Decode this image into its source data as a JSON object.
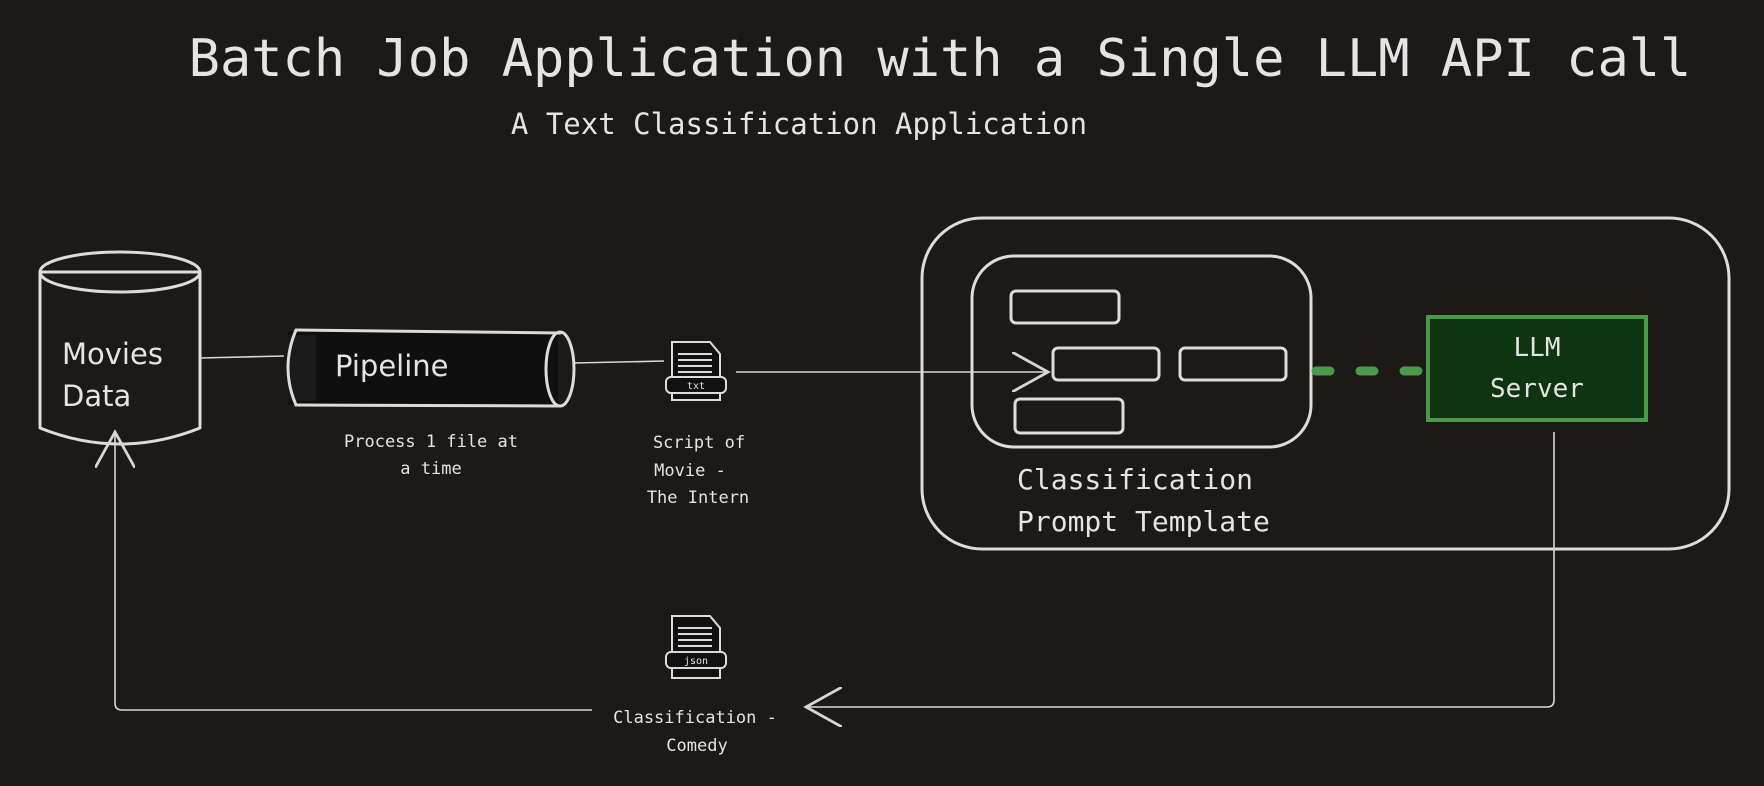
{
  "title": "Batch Job Application with a Single LLM API call",
  "subtitle": "A Text Classification Application",
  "nodes": {
    "movies_data": {
      "line1": "Movies",
      "line2": "Data"
    },
    "pipeline": {
      "label": "Pipeline",
      "caption_line1": "Process 1 file at",
      "caption_line2": "a time"
    },
    "script_doc": {
      "icon_label": "txt",
      "caption_line1": "Script of",
      "caption_line2": "Movie -",
      "caption_line3": "The Intern"
    },
    "prompt_template": {
      "line1": "Classification",
      "line2": "Prompt Template"
    },
    "llm_server": {
      "line1": "LLM",
      "line2": "Server"
    },
    "result_doc": {
      "icon_label": "json",
      "caption_line1": "Classification -",
      "caption_line2": "Comedy"
    }
  },
  "colors": {
    "background": "#1c1917",
    "cylinder_fill": "#343a40",
    "llm_fill": "#0f3510",
    "llm_border": "#4a9a4a",
    "stroke": "#dcdcdc"
  }
}
